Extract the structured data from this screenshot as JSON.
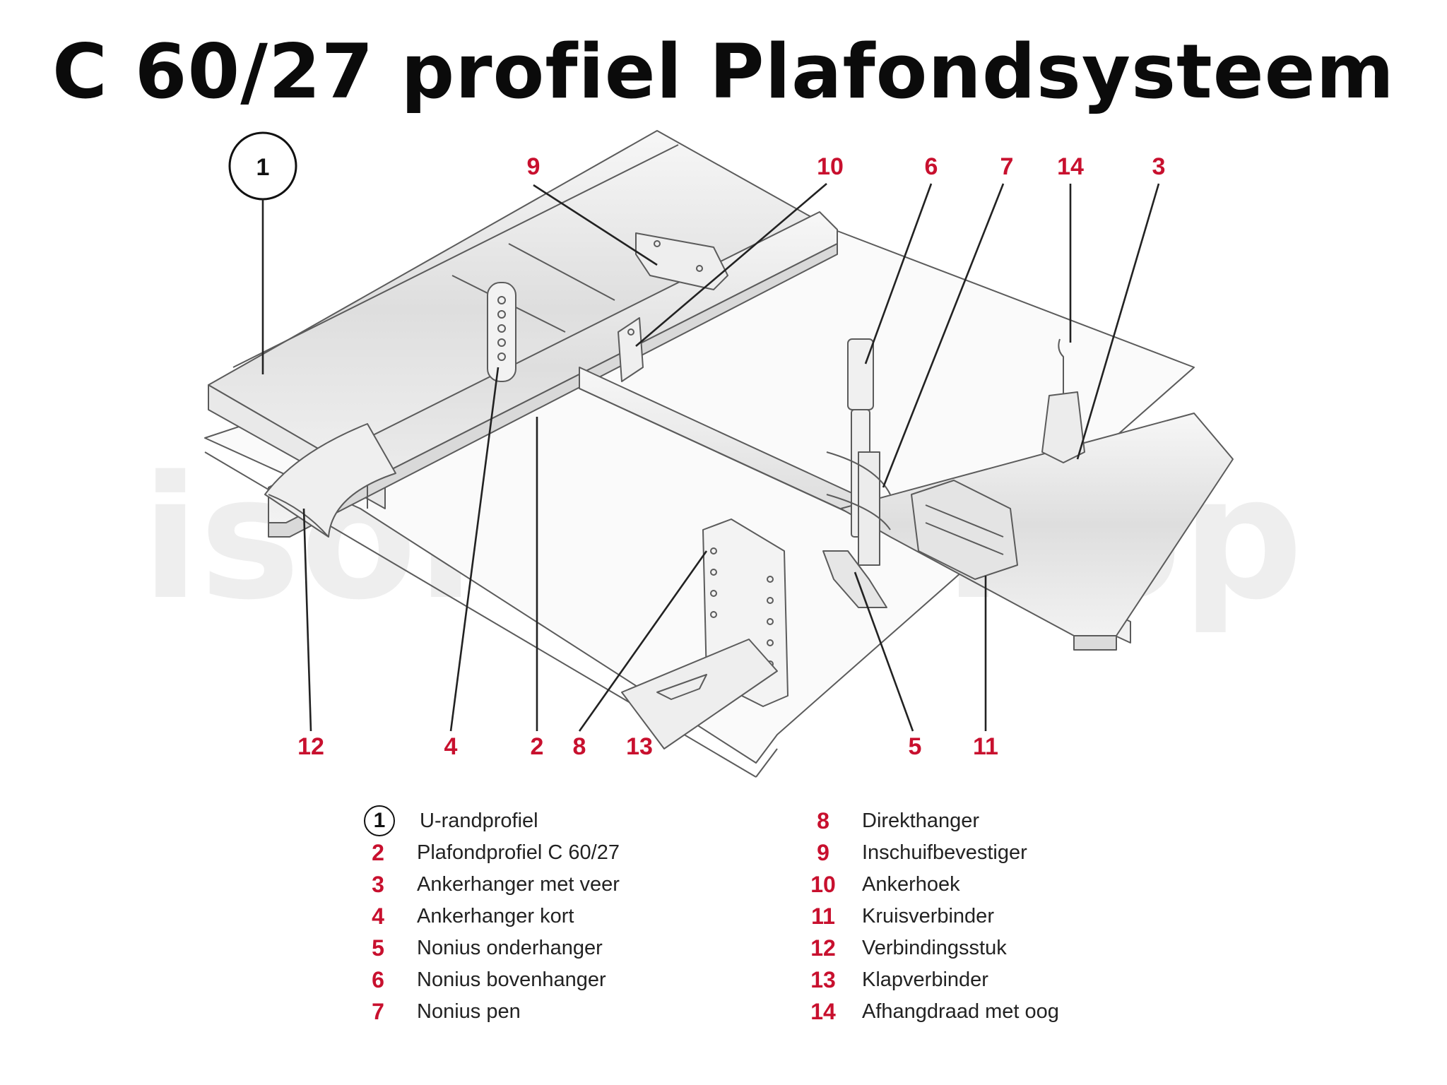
{
  "title": "C 60/27 profiel Plafondsysteem",
  "watermark": "isolatieshop",
  "colors": {
    "callout": "#c8102e",
    "line": "#5b5b5b",
    "metal": "#e6e6e6"
  },
  "callouts": [
    "1",
    "9",
    "10",
    "6",
    "7",
    "14",
    "3",
    "12",
    "4",
    "2",
    "8",
    "13",
    "5",
    "11"
  ],
  "legend": {
    "left": [
      {
        "num": "1",
        "label": "U-randprofiel",
        "circled": true
      },
      {
        "num": "2",
        "label": "Plafondprofiel C 60/27"
      },
      {
        "num": "3",
        "label": "Ankerhanger met veer"
      },
      {
        "num": "4",
        "label": "Ankerhanger kort"
      },
      {
        "num": "5",
        "label": "Nonius onderhanger"
      },
      {
        "num": "6",
        "label": "Nonius bovenhanger"
      },
      {
        "num": "7",
        "label": "Nonius pen"
      }
    ],
    "right": [
      {
        "num": "8",
        "label": "Direkthanger"
      },
      {
        "num": "9",
        "label": "Inschuifbevestiger"
      },
      {
        "num": "10",
        "label": "Ankerhoek"
      },
      {
        "num": "11",
        "label": "Kruisverbinder"
      },
      {
        "num": "12",
        "label": "Verbindingsstuk"
      },
      {
        "num": "13",
        "label": "Klapverbinder"
      },
      {
        "num": "14",
        "label": "Afhangdraad met oog"
      }
    ]
  }
}
